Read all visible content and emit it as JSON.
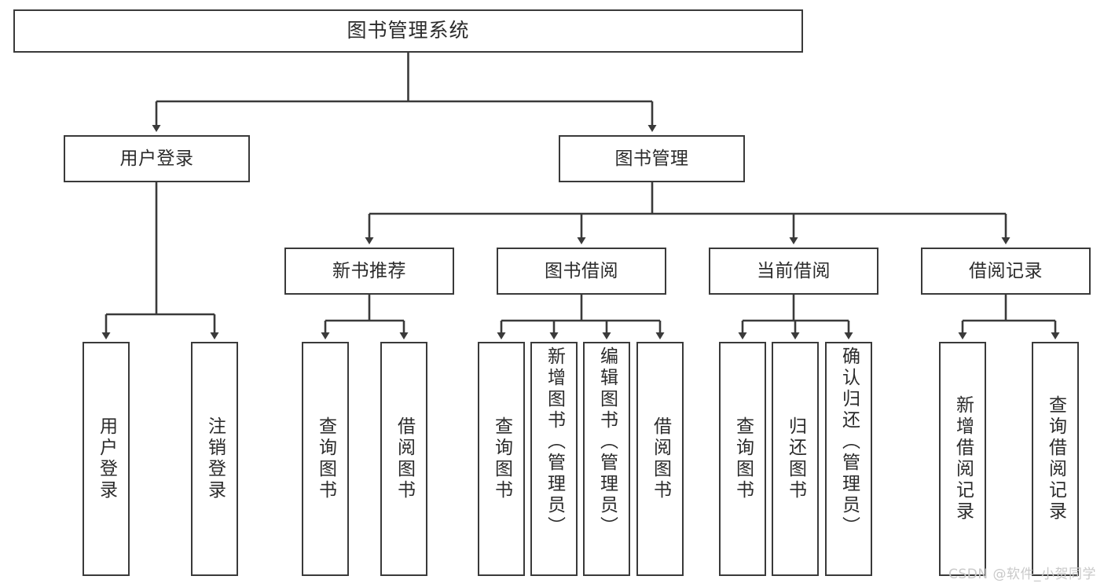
{
  "diagram": {
    "type": "tree-hierarchy",
    "title": "图书管理系统",
    "background_color": "#ffffff",
    "line_color": "#3a3a3a",
    "text_color": "#2b2b2b",
    "watermark": "CSDN @软件_小贺同学"
  },
  "nodes": {
    "root": {
      "label": "图书管理系统"
    },
    "level1": [
      {
        "id": "user-login",
        "label": "用户登录"
      },
      {
        "id": "book-management",
        "label": "图书管理"
      }
    ],
    "level2": [
      {
        "id": "new-book-recommend",
        "label": "新书推荐"
      },
      {
        "id": "book-borrow",
        "label": "图书借阅"
      },
      {
        "id": "current-borrow",
        "label": "当前借阅"
      },
      {
        "id": "borrow-record",
        "label": "借阅记录"
      }
    ],
    "level3": {
      "user_login_children": [
        {
          "id": "leaf-user-login",
          "label": "用户登录"
        },
        {
          "id": "leaf-logout",
          "label": "注销登录"
        }
      ],
      "new_book_recommend_children": [
        {
          "id": "leaf-query-book-1",
          "label": "查询图书"
        },
        {
          "id": "leaf-borrow-book-1",
          "label": "借阅图书"
        }
      ],
      "book_borrow_children": [
        {
          "id": "leaf-query-book-2",
          "label": "查询图书"
        },
        {
          "id": "leaf-add-book",
          "label": "新增图书（管理员）"
        },
        {
          "id": "leaf-edit-book",
          "label": "编辑图书（管理员）"
        },
        {
          "id": "leaf-borrow-book-2",
          "label": "借阅图书"
        }
      ],
      "current_borrow_children": [
        {
          "id": "leaf-query-book-3",
          "label": "查询图书"
        },
        {
          "id": "leaf-return-book",
          "label": "归还图书"
        },
        {
          "id": "leaf-confirm-return",
          "label": "确认归还（管理员）"
        }
      ],
      "borrow_record_children": [
        {
          "id": "leaf-add-record",
          "label": "新增借阅记录"
        },
        {
          "id": "leaf-query-record",
          "label": "查询借阅记录"
        }
      ]
    }
  }
}
